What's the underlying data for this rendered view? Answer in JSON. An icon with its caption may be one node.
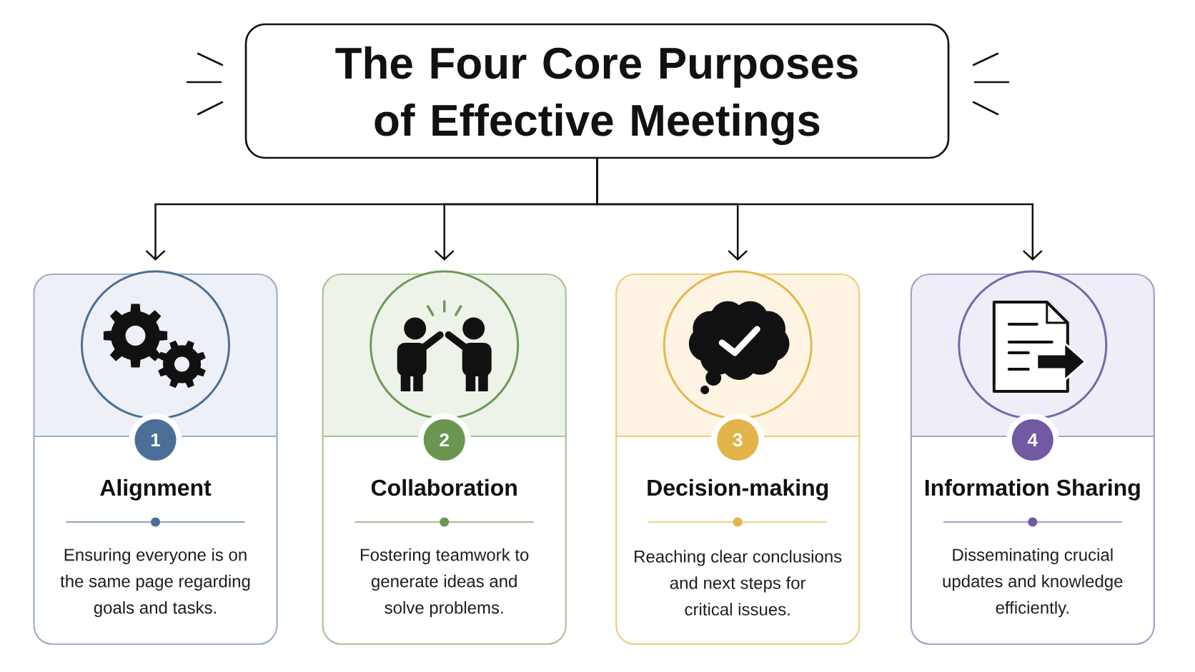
{
  "diagram": {
    "nodes": [
      {
        "text": [
          "The Four Core Purposes of Effective Meetings"
        ]
      },
      {
        "text": [
          "Alignment",
          "Ensuring everyone is on the same page regarding goals and tasks."
        ]
      },
      {
        "text": [
          "1"
        ],
        "in": 1
      },
      {
        "text": [
          "Collaboration",
          "Fostering teamwork to generate ideas and solve problems."
        ]
      },
      {
        "text": [
          "2"
        ],
        "in": 3
      },
      {
        "text": [
          "Decision-making",
          "Reaching clear conclusions and next steps for critical issues."
        ]
      },
      {
        "text": [
          "3"
        ],
        "in": 5
      },
      {
        "text": [
          "Information Sharing",
          "Disseminating crucial updates and knowledge efficiently."
        ]
      },
      {
        "text": [
          "4"
        ],
        "in": 7
      }
    ],
    "edges": [
      {
        "from": 0,
        "to": 1,
        "arrow": "to"
      },
      {
        "from": 0,
        "to": 3,
        "arrow": "to"
      },
      {
        "from": 0,
        "to": 5,
        "arrow": "to"
      },
      {
        "from": 0,
        "to": 7,
        "arrow": "to"
      }
    ]
  }
}
